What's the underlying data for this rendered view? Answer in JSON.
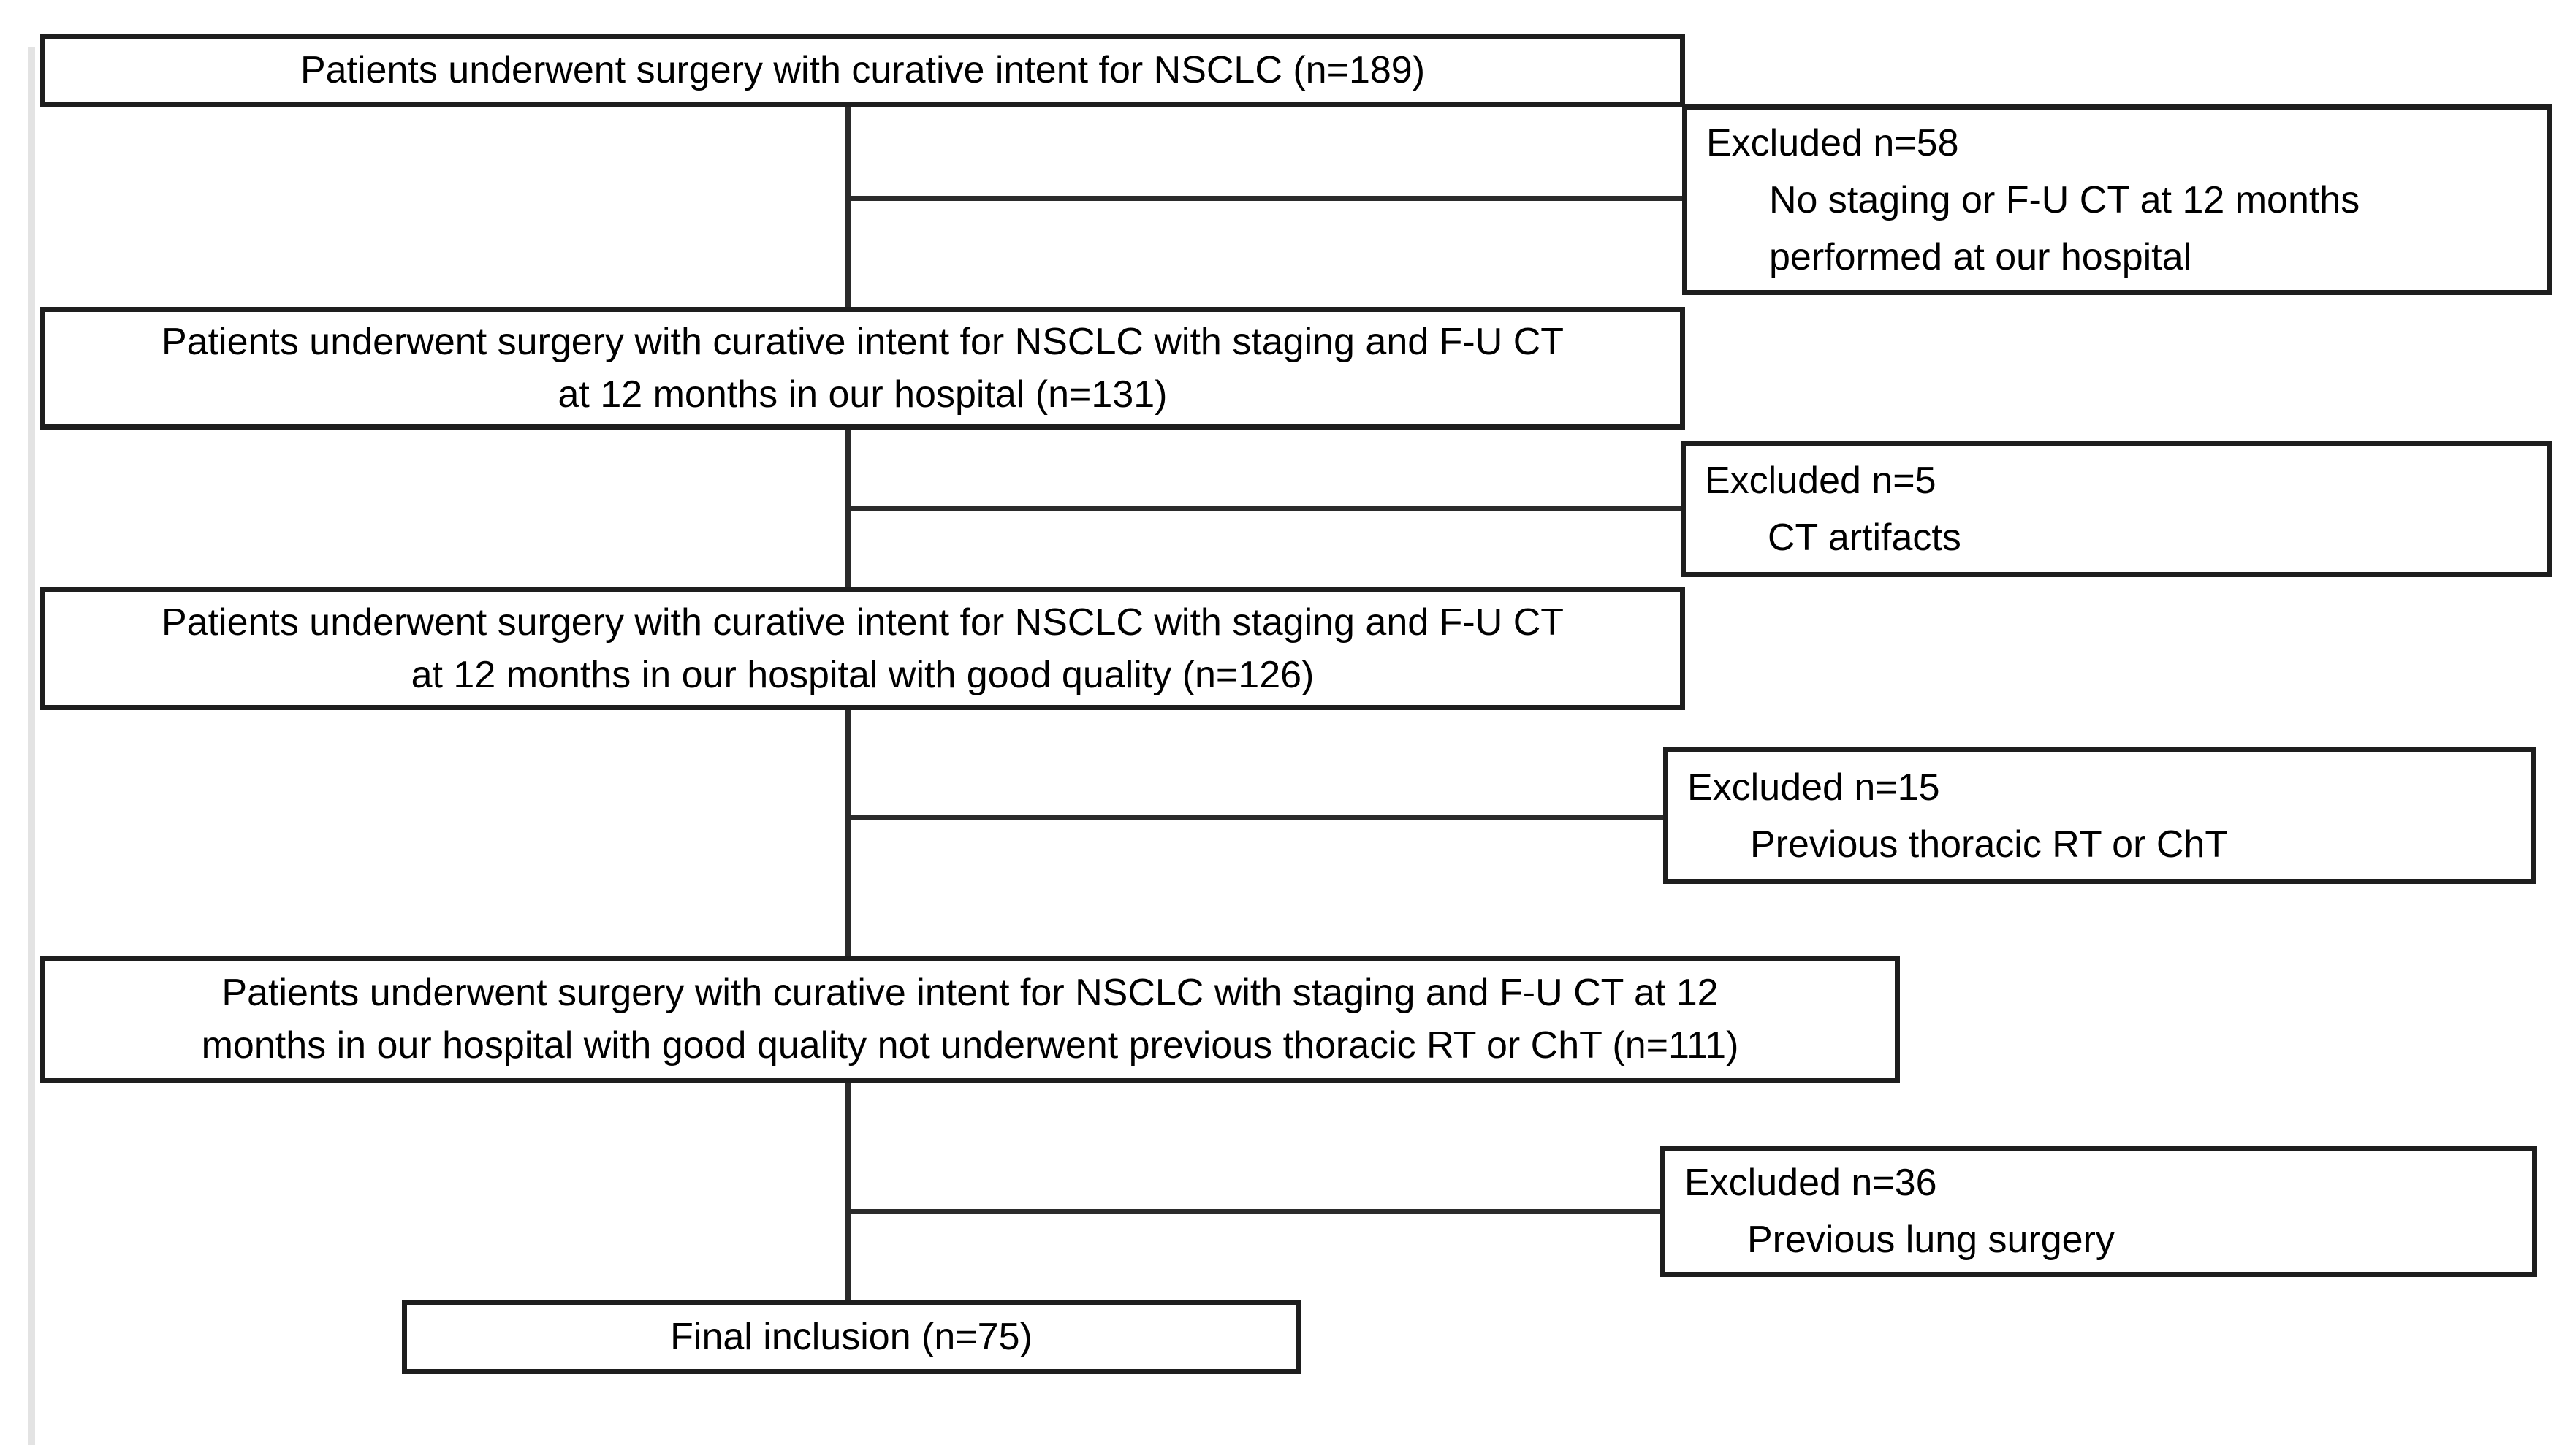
{
  "diagram": {
    "type": "patient-flow-diagram",
    "colors": {
      "box_border": "#1e1e1e",
      "box_background": "#ffffff",
      "text": "#000000",
      "connector_line": "#2b2b2b",
      "left_margin_rule": "#e3e3e3",
      "page_background": "#ffffff"
    },
    "main_boxes": [
      {
        "name": "initial-cohort",
        "lines": [
          "Patients underwent surgery with curative intent for NSCLC (n=189)"
        ]
      },
      {
        "name": "staging-fu-ct-cohort",
        "lines": [
          "Patients underwent surgery with curative intent for NSCLC with staging and F-U CT",
          "at 12 months in our hospital (n=131)"
        ]
      },
      {
        "name": "good-quality-cohort",
        "lines": [
          "Patients underwent surgery with curative intent for NSCLC with staging and F-U CT",
          "at 12 months in our hospital with good quality (n=126)"
        ]
      },
      {
        "name": "no-previous-rt-cht-cohort",
        "lines": [
          "Patients underwent surgery with curative intent for NSCLC with staging and F-U CT at 12",
          "months in our hospital with good quality not underwent previous thoracic RT or ChT (n=111)"
        ]
      },
      {
        "name": "final-inclusion",
        "lines": [
          "Final inclusion (n=75)"
        ]
      }
    ],
    "excluded_boxes": [
      {
        "title": "Excluded n=58",
        "details": [
          "No staging or F-U CT at 12 months",
          "performed at our hospital"
        ]
      },
      {
        "title": "Excluded n=5",
        "details": [
          "CT artifacts"
        ]
      },
      {
        "title": "Excluded n=15",
        "details": [
          "Previous thoracic RT or ChT"
        ]
      },
      {
        "title": "Excluded n=36",
        "details": [
          "Previous lung surgery"
        ]
      }
    ]
  }
}
